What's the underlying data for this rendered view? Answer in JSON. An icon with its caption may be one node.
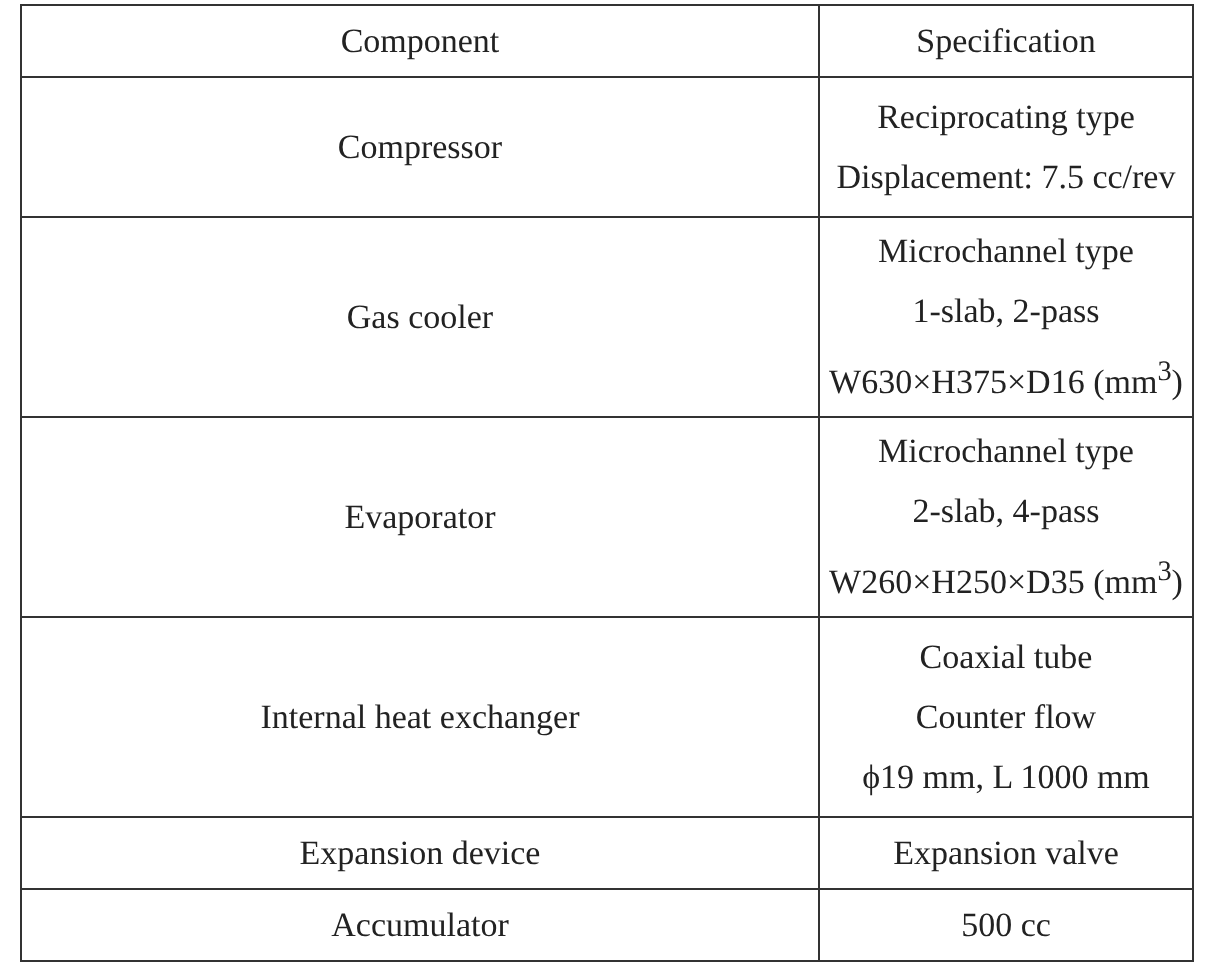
{
  "diagram": {
    "labels": [
      "Component",
      "Specification",
      "Compressor",
      "Reciprocating type",
      "Displacement: 7.5 cc/rev",
      "Gas cooler",
      "Microchannel type",
      "1-slab, 2-pass",
      "W630×H375×D16 (mm$^{3}$)",
      "Evaporator",
      "Microchannel type",
      "2-slab, 4-pass",
      "W260×H250×D35 (mm$^{3}$)",
      "Internal heat exchanger",
      "Coaxial tube",
      "Counter flow",
      "ϕ19 mm, L 1000 mm",
      "Expansion device",
      "Expansion valve",
      "Accumulator",
      "500 cc"
    ]
  }
}
